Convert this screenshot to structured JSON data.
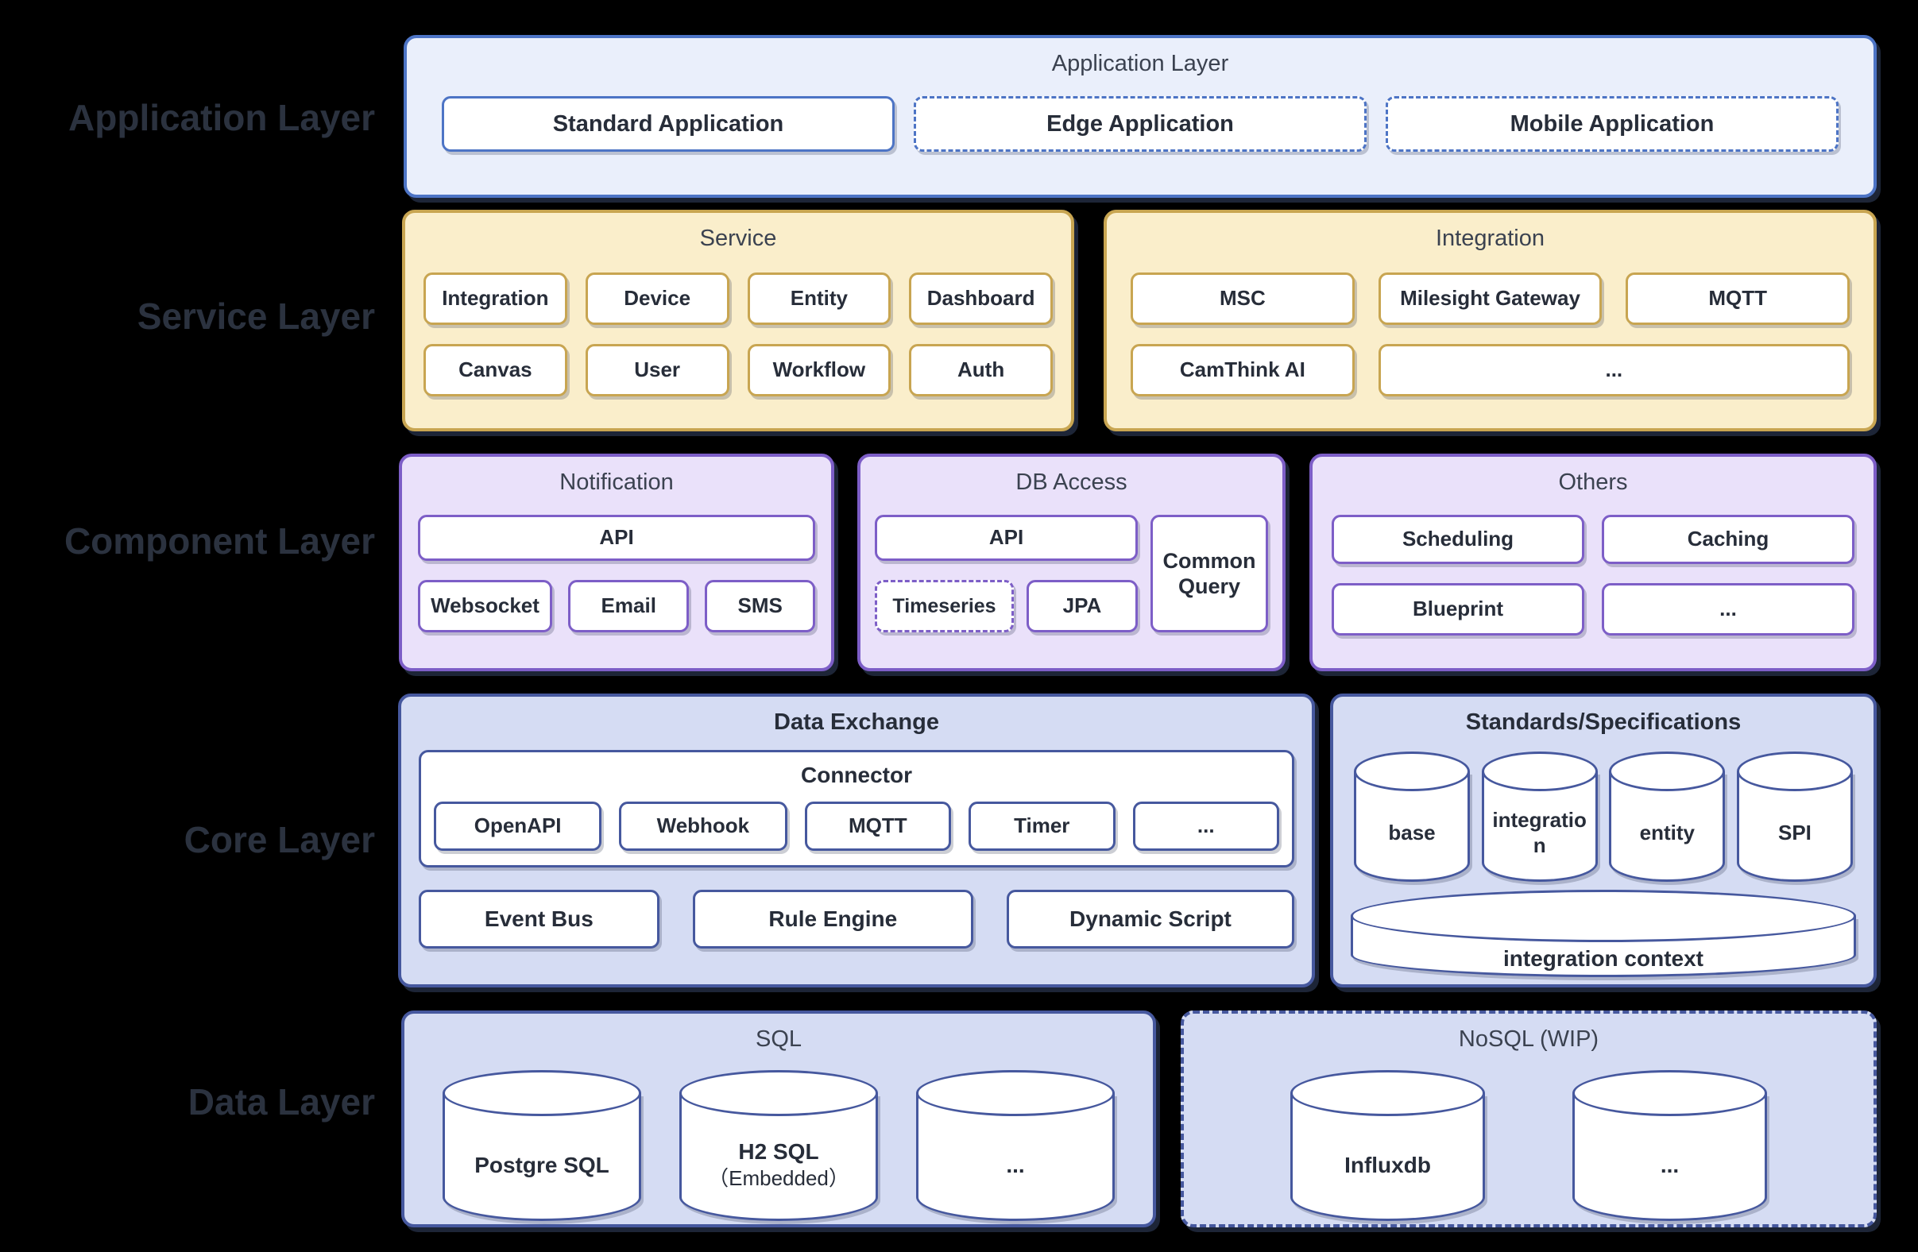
{
  "side_labels": {
    "application": "Application Layer",
    "service": "Service Layer",
    "component": "Component Layer",
    "core": "Core Layer",
    "data": "Data Layer"
  },
  "application": {
    "title": "Application Layer",
    "cards": [
      {
        "label": "Standard Application",
        "style": "solid"
      },
      {
        "label": "Edge Application",
        "style": "dashed"
      },
      {
        "label": "Mobile Application",
        "style": "dashed"
      }
    ]
  },
  "service": {
    "title": "Service",
    "cards": [
      "Integration",
      "Device",
      "Entity",
      "Dashboard",
      "Canvas",
      "User",
      "Workflow",
      "Auth"
    ]
  },
  "integration": {
    "title": "Integration",
    "cards": [
      "MSC",
      "Milesight Gateway",
      "MQTT",
      "CamThink AI",
      "..."
    ]
  },
  "notification": {
    "title": "Notification",
    "api": "API",
    "cards": [
      "Websocket",
      "Email",
      "SMS"
    ]
  },
  "db_access": {
    "title": "DB Access",
    "api": "API",
    "timeseries": "Timeseries",
    "jpa": "JPA",
    "common_query": "Common Query"
  },
  "others": {
    "title": "Others",
    "cards": [
      "Scheduling",
      "Caching",
      "Blueprint",
      "..."
    ]
  },
  "data_exchange": {
    "title": "Data Exchange",
    "connector_title": "Connector",
    "connector_cards": [
      "OpenAPI",
      "Webhook",
      "MQTT",
      "Timer",
      "..."
    ],
    "cards": [
      "Event Bus",
      "Rule Engine",
      "Dynamic Script"
    ]
  },
  "standards": {
    "title": "Standards/Specifications",
    "cylinders": [
      "base",
      "integration",
      "entity",
      "SPI"
    ],
    "context": "integration context"
  },
  "sql": {
    "title": "SQL",
    "cylinders": [
      {
        "label": "Postgre SQL",
        "sublabel": ""
      },
      {
        "label": "H2 SQL",
        "sublabel": "（Embedded）"
      },
      {
        "label": "...",
        "sublabel": ""
      }
    ]
  },
  "nosql": {
    "title": "NoSQL (WIP)",
    "cylinders": [
      {
        "label": "Influxdb"
      },
      {
        "label": "..."
      }
    ]
  },
  "colors": {
    "background": "#000000",
    "application_fill": "#eaeffb",
    "application_border": "#4d74c5",
    "service_fill": "#faeecb",
    "service_border": "#c8a551",
    "component_fill": "#eae1fa",
    "component_border": "#7d5ec7",
    "core_fill": "#d5dcf3",
    "core_border": "#46589e",
    "card_fill": "#ffffff",
    "card_text": "#272d39",
    "title_text": "#3b4250",
    "side_label_text": "#2b323f"
  }
}
